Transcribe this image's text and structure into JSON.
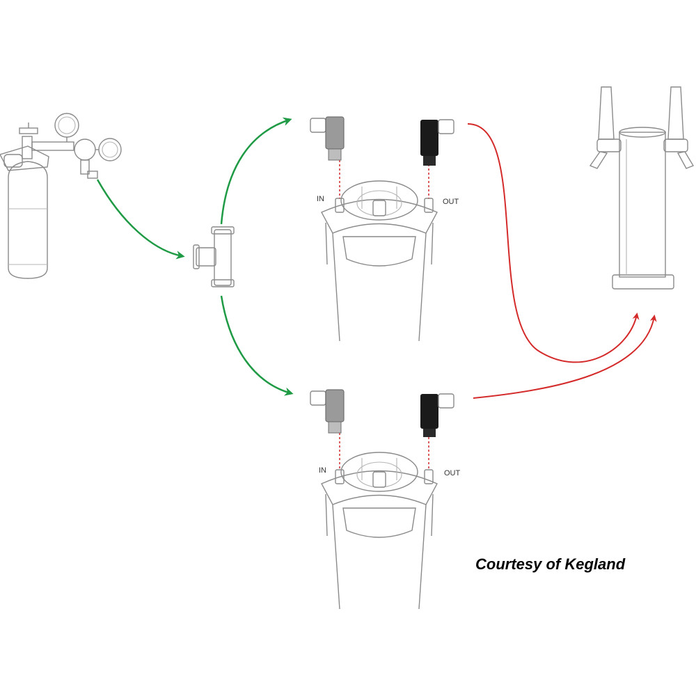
{
  "colors": {
    "gas_line": "#1f9a45",
    "beer_line": "#d42a2a",
    "outline": "#8a8a8a",
    "gas_fitting": "#9a9a9a",
    "liquid_fitting": "#1a1a1a"
  },
  "icons": [
    "co2-cylinder-with-regulator",
    "tee-splitter",
    "keg",
    "gas-in-disconnect",
    "liquid-out-disconnect",
    "double-tap-beer-tower"
  ],
  "keg_top": {
    "in_label": "IN",
    "out_label": "OUT"
  },
  "keg_bottom": {
    "in_label": "IN",
    "out_label": "OUT"
  },
  "credit": "Courtesy of Kegland"
}
